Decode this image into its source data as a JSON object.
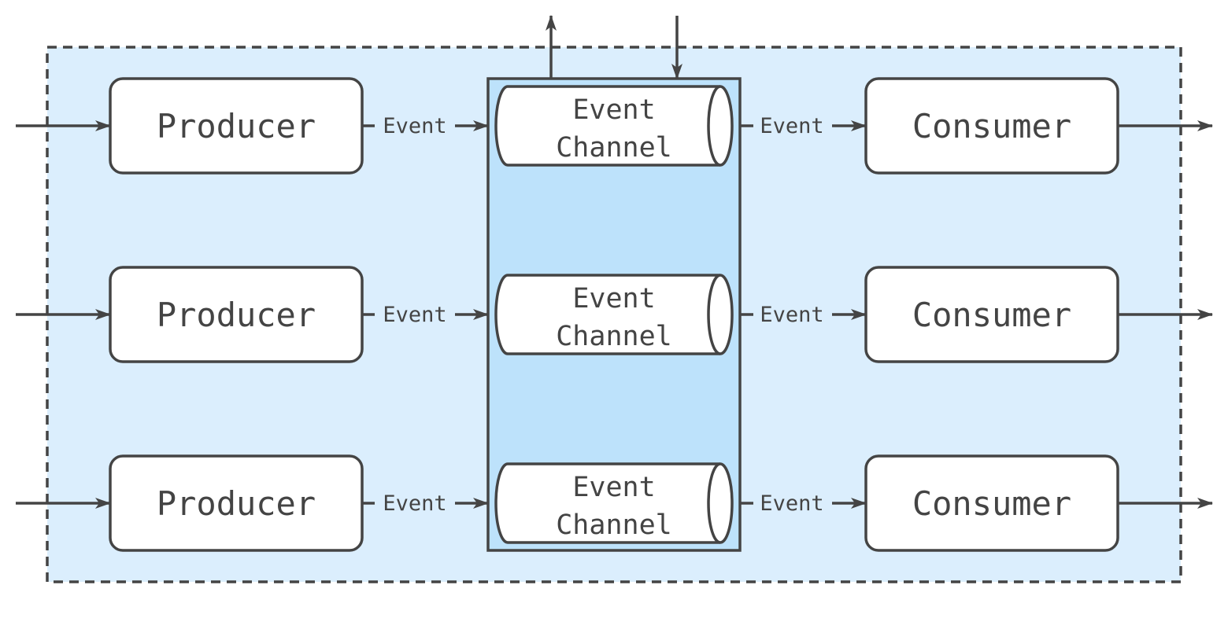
{
  "colors": {
    "outer_fill": "#dbeefd",
    "channel_bus_fill": "#bde2fb",
    "stroke": "#444444",
    "box_fill": "#ffffff"
  },
  "rows": [
    {
      "producer": "Producer",
      "event_in": "Event",
      "channel_line1": "Event",
      "channel_line2": "Channel",
      "event_out": "Event",
      "consumer": "Consumer"
    },
    {
      "producer": "Producer",
      "event_in": "Event",
      "channel_line1": "Event",
      "channel_line2": "Channel",
      "event_out": "Event",
      "consumer": "Consumer"
    },
    {
      "producer": "Producer",
      "event_in": "Event",
      "channel_line1": "Event",
      "channel_line2": "Channel",
      "event_out": "Event",
      "consumer": "Consumer"
    }
  ]
}
